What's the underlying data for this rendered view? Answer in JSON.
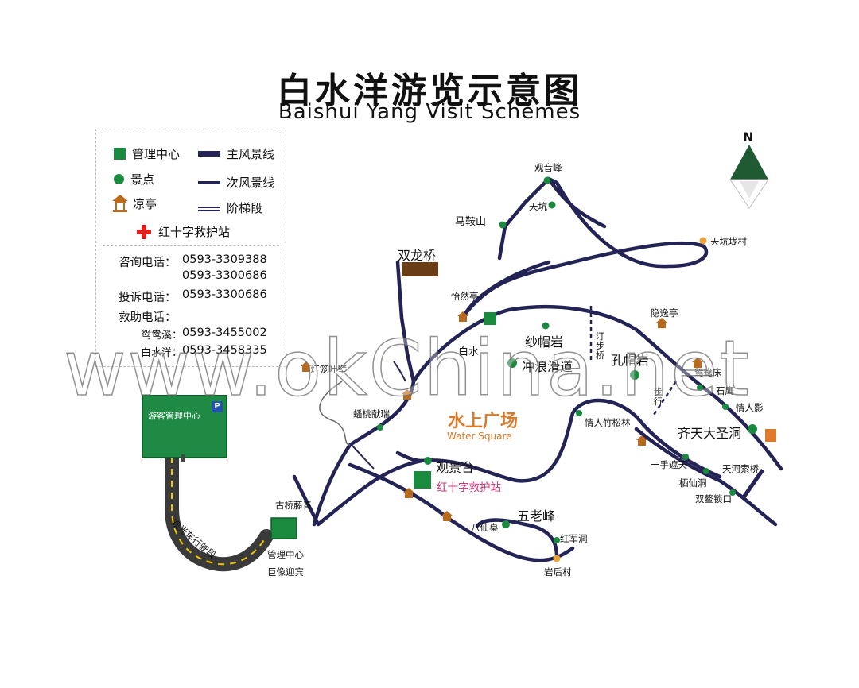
{
  "title": {
    "cn": "白水洋游览示意图",
    "en": "Baishui Yang Visit Schemes"
  },
  "north": "N",
  "legend": {
    "management": "管理中心",
    "scenic_spot": "景点",
    "pavilion": "凉亭",
    "main_line": "主风景线",
    "secondary_line": "次风景线",
    "stairs": "阶梯段",
    "red_cross": "红十字救护站"
  },
  "contacts": {
    "inquiry_label": "咨询电话：",
    "inquiry_1": "0593-3309388",
    "inquiry_2": "0593-3300686",
    "complaint_label": "投诉电话：",
    "complaint": "0593-3300686",
    "rescue_label": "救助电话：",
    "rescue_1_name": "鸳鸯溪：",
    "rescue_1": "0593-3455002",
    "rescue_2_name": "白水洋：",
    "rescue_2": "0593-3458335"
  },
  "labels": {
    "guanyinfeng": "观音峰",
    "tiankeng": "天坑",
    "maanshan": "马鞍山",
    "tiankenglong": "天坑垅村",
    "shuanglongqiao": "双龙桥",
    "yiranting": "怡然亭",
    "yinyiting": "隐逸亭",
    "shamaoyan": "纱帽岩",
    "baishui": "白水",
    "chonglanghuadao": "冲浪滑道",
    "dingbuqiao": "汀步桥",
    "kongmaoyan": "孔帽岩",
    "dengluobiyuan": "灯笼吐壁",
    "pantaoxianrui": "蟠桃献瑞",
    "water_square_cn": "水上广场",
    "water_square_en": "Water Square",
    "qingrenzhusonglin": "情人竹松林",
    "yuanyangchuang": "鸳鸯床",
    "shiying": "石鹰",
    "qingrenying": "情人影",
    "qitiandasheng": "齐天大圣洞",
    "guanjingtai": "观景台",
    "redcross_station": "红十字救护站",
    "yishouzhetian": "一手遮天",
    "tianhesuoqiao": "天河索桥",
    "qixiandong": "栖仙洞",
    "shuangsuosuokou": "双鳌锁口",
    "guqiaoteng": "古桥藤青",
    "wulaofeng": "五老峰",
    "baxianzhuo": "八仙桌",
    "hongjundong": "红军洞",
    "yanhoucun": "岩后村",
    "guanlizhongxin": "管理中心",
    "juxiangyingbin": "巨像迎宾",
    "visitor_center": "游客管理中心",
    "sightseeing_road": "观光车行驶段",
    "bu_xing": "步行"
  },
  "watermark": "www.okChina.net",
  "colors": {
    "path": "#232355",
    "green": "#1a8a3e",
    "orange": "#e9a23b",
    "water_label": "#d87a2a",
    "red": "#e02020",
    "road": "#3a3a3a",
    "road_stripe": "#f2c400"
  }
}
